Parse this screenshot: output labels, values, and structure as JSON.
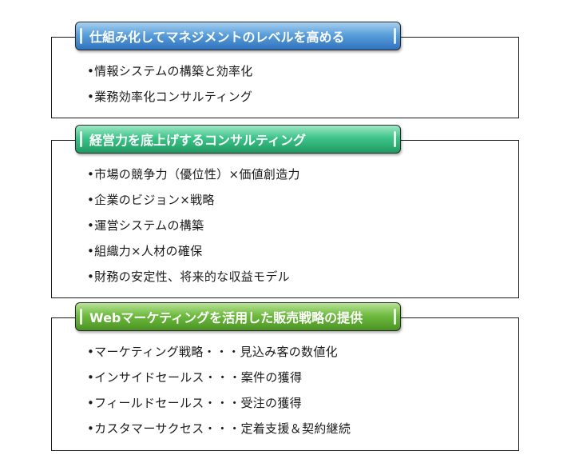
{
  "sections": [
    {
      "title": "仕組み化してマネジメントのレベルを高める",
      "theme_color": "#4a90d9",
      "items": [
        "•情報システムの構築と効率化",
        "•業務効率化コンサルティング"
      ]
    },
    {
      "title": "経営力を底上げするコンサルティング",
      "theme_color": "#2db87d",
      "items": [
        "•市場の競争力（優位性）×価値創造力",
        "•企業のビジョン×戦略",
        "•運営システムの構築",
        "•組織力×人材の確保",
        "•財務の安定性、将来的な収益モデル"
      ]
    },
    {
      "title": "Webマーケティングを活用した販売戦略の提供",
      "theme_color": "#62ac34",
      "items": [
        "•マーケティング戦略・・・見込み客の数値化",
        "•インサイドセールス・・・案件の獲得",
        "•フィールドセールス・・・受注の獲得",
        "•カスタマーサクセス・・・定着支援＆契約継続"
      ]
    }
  ]
}
